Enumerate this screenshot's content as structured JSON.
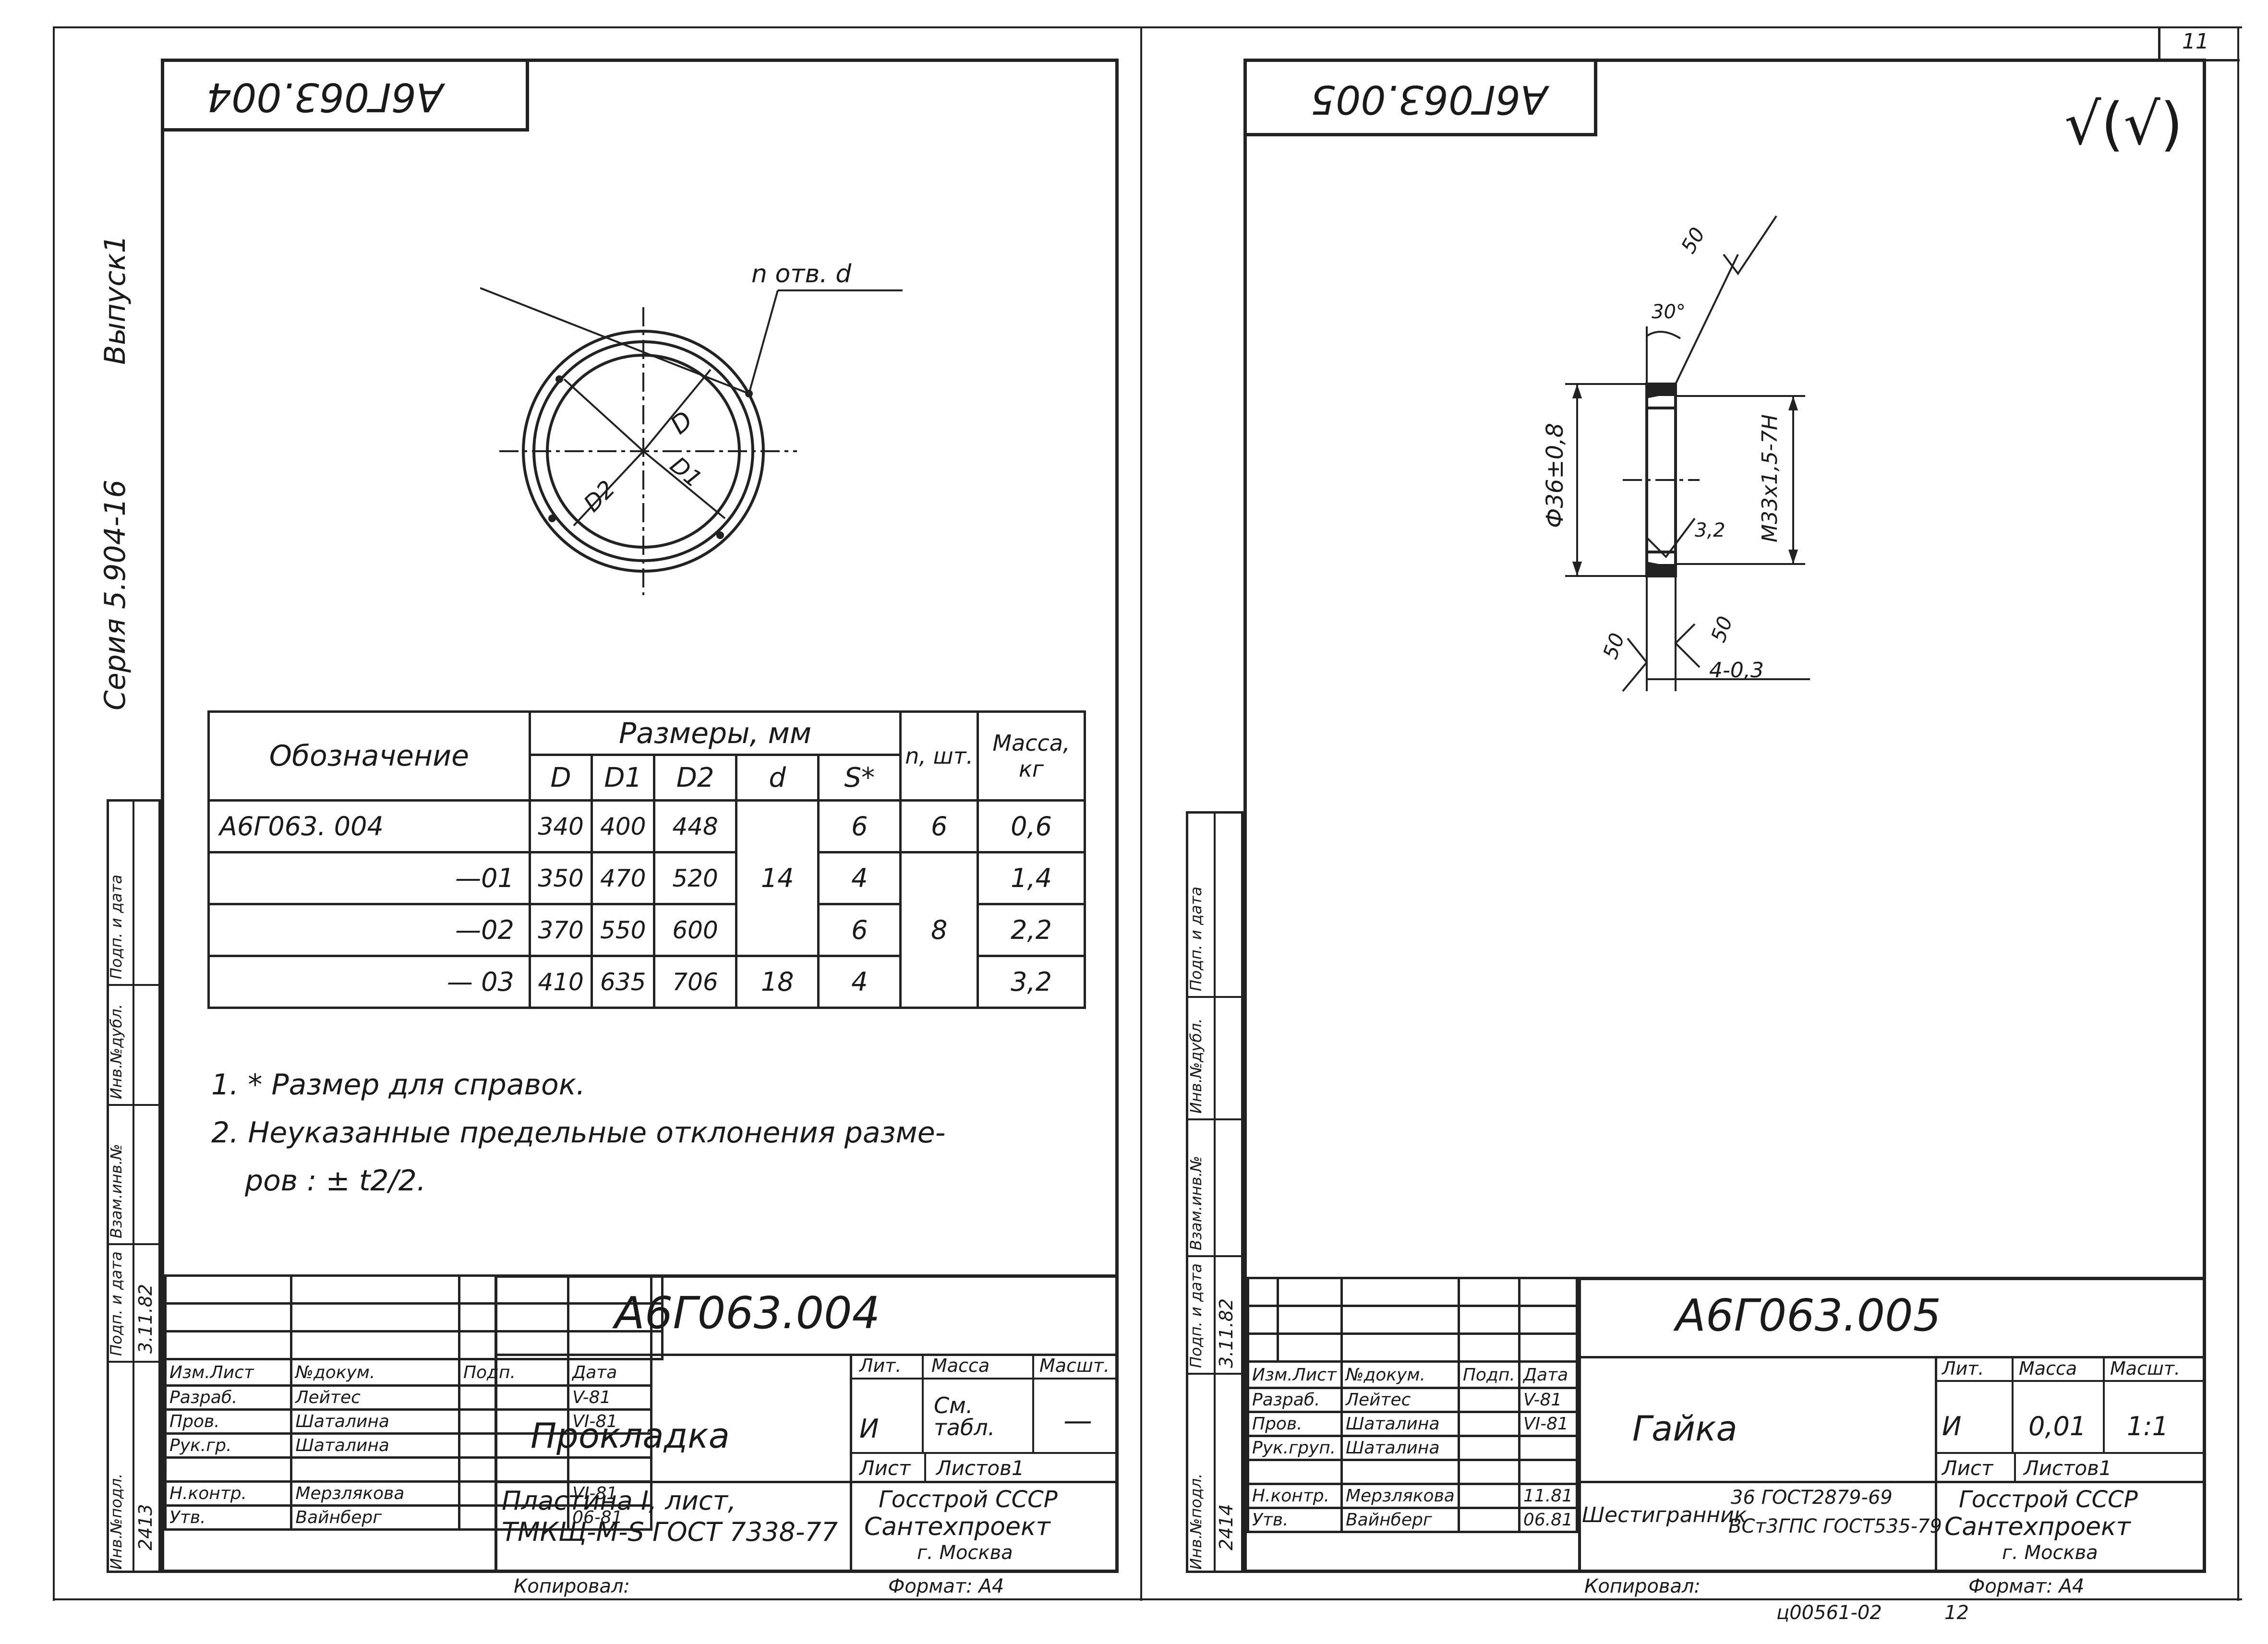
{
  "left_sheet": {
    "stamp": "А6Г063.004",
    "series_label": "Серия 5.904-16",
    "issue_label": "Выпуск1",
    "callout_holes": "n отв. d",
    "dim_labels": [
      "D",
      "D1",
      "D2"
    ],
    "table": {
      "col_designation": "Обозначение",
      "col_sizes": "Размеры, мм",
      "col_n": "n, шт.",
      "col_mass": "Масса, кг",
      "sub_headers": [
        "D",
        "D1",
        "D2",
        "d",
        "S*"
      ],
      "rows": [
        {
          "designation": "А6Г063. 004",
          "D": "340",
          "D1": "400",
          "D2": "448",
          "d": "14",
          "S": "6",
          "n": "6",
          "mass": "0,6"
        },
        {
          "designation": "—01",
          "D": "350",
          "D1": "470",
          "D2": "520",
          "d": "",
          "S": "4",
          "n": "8",
          "mass": "1,4"
        },
        {
          "designation": "—02",
          "D": "370",
          "D1": "550",
          "D2": "600",
          "d": "",
          "S": "6",
          "n": "",
          "mass": "2,2"
        },
        {
          "designation": "— 03",
          "D": "410",
          "D1": "635",
          "D2": "706",
          "d": "18",
          "S": "4",
          "n": "",
          "mass": "3,2"
        }
      ]
    },
    "notes": [
      "1. * Размер для справок.",
      "2. Неуказанные предельные отклонения разме-",
      "ров : ± t2/2."
    ],
    "title_block": {
      "doc_number": "А6Г063.004",
      "name": "Прокладка",
      "material_line1": "Пластина I, лист,",
      "material_line2": "ТМКЩ-М-S ГОСТ 7338-77",
      "lit_label": "Лит.",
      "mass_label": "Масса",
      "scale_label": "Масшт.",
      "lit_value": "И",
      "mass_value": "См. табл.",
      "scale_value": "—",
      "sheet_label": "Лист",
      "sheets_label": "Листов1",
      "org_line1": "Госстрой СССР",
      "org_line2": "Сантехпроект",
      "org_line3": "г. Москва",
      "head": [
        "Изм.Лист",
        "№докум.",
        "Подп.",
        "Дата"
      ],
      "people": [
        {
          "role": "Разраб.",
          "name": "Лейтес",
          "date": "V-81"
        },
        {
          "role": "Пров.",
          "name": "Шаталина",
          "date": "VI-81"
        },
        {
          "role": "Рук.гр.",
          "name": "Шаталина",
          "date": ""
        },
        {
          "role": "Н.контр.",
          "name": "Мерзлякова",
          "date": "VI-81"
        },
        {
          "role": "Утв.",
          "name": "Вайнберг",
          "date": "06-81"
        }
      ],
      "copied": "Копировал:",
      "format": "Формат: А4"
    },
    "side_strip": [
      "Инв.№подл.",
      "Подп. и дата",
      "Взам.инв.№",
      "Инв.№дубл.",
      "Подп. и дата"
    ],
    "side_values": [
      "2413",
      "3.11.82"
    ]
  },
  "right_sheet": {
    "stamp": "А6Г063.005",
    "roughness_mark": "√(√)",
    "dims": {
      "angle": "30°",
      "diameter": "Ф36±0,8",
      "thread": "М33х1,5-7Н",
      "thickness": "4-0,3",
      "roughness_a": "50",
      "roughness_b": "50",
      "roughness_c": "50",
      "roughness_d": "3,2"
    },
    "title_block": {
      "doc_number": "А6Г063.005",
      "name": "Гайка",
      "material_prefix": "Шестигранник",
      "material_top": "36 ГОСТ2879-69",
      "material_bottom": "ВСт3ГПС ГОСТ535-79",
      "lit_label": "Лит.",
      "mass_label": "Масса",
      "scale_label": "Масшт.",
      "lit_value": "И",
      "mass_value": "0,01",
      "scale_value": "1:1",
      "sheet_label": "Лист",
      "sheets_label": "Листов1",
      "org_line1": "Госстрой СССР",
      "org_line2": "Сантехпроект",
      "org_line3": "г. Москва",
      "head": [
        "Изм.Лист",
        "№докум.",
        "Подп.",
        "Дата"
      ],
      "people": [
        {
          "role": "Разраб.",
          "name": "Лейтес",
          "date": "V-81"
        },
        {
          "role": "Пров.",
          "name": "Шаталина",
          "date": "VI-81"
        },
        {
          "role": "Рук.груп.",
          "name": "Шаталина",
          "date": ""
        },
        {
          "role": "Н.контр.",
          "name": "Мерзлякова",
          "date": "11.81"
        },
        {
          "role": "Утв.",
          "name": "Вайнберг",
          "date": "06.81"
        }
      ],
      "copied": "Копировал:",
      "format": "Формат: А4"
    },
    "side_strip": [
      "Инв.№подл.",
      "Подп. и дата",
      "Взам.инв.№",
      "Инв.№дубл.",
      "Подп. и дата"
    ],
    "side_values": [
      "2414",
      "3.11.82"
    ]
  },
  "page_number": "11",
  "footer_code": "ц00561-02",
  "footer_page": "12"
}
